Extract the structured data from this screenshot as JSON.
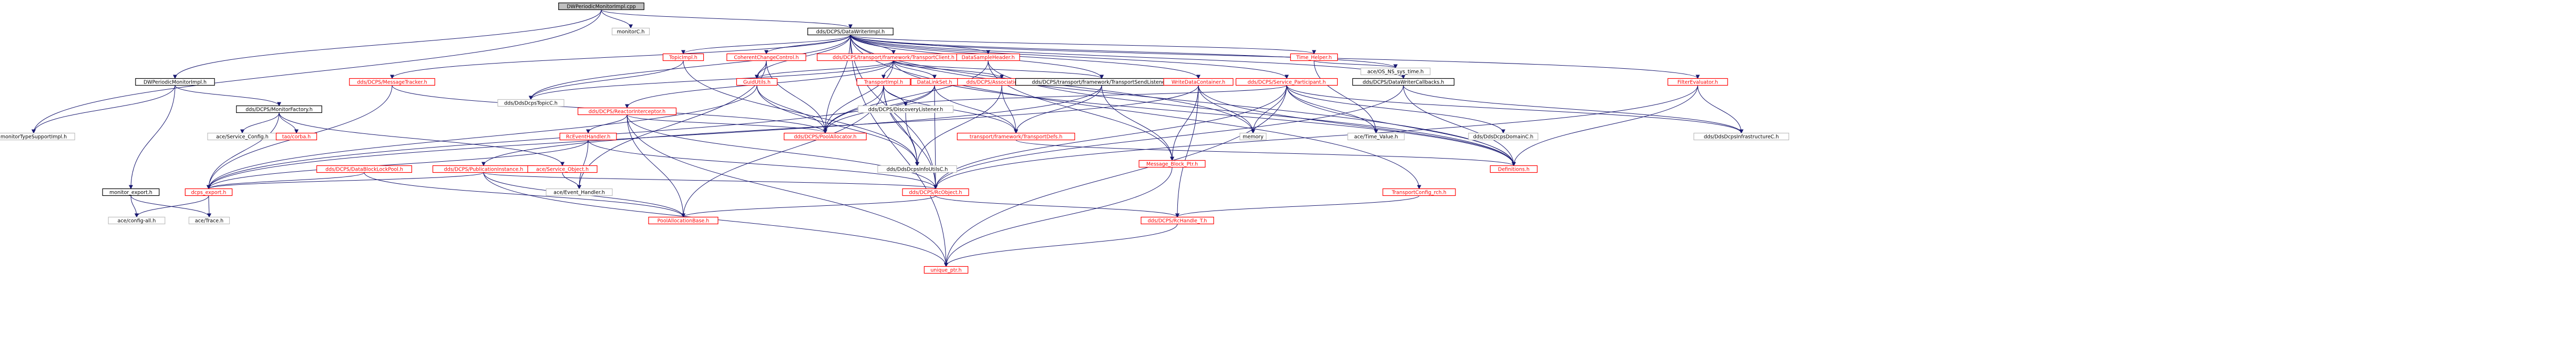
{
  "diagram": {
    "colors": {
      "edge": "#191970",
      "root_fill": "#bfbfbf",
      "border_black": "#000000",
      "border_red": "#ff0000",
      "text_black": "#000000",
      "text_red": "#ff0000"
    },
    "nodes": [
      {
        "id": "dcps_cpp",
        "label": "DWPeriodicMonitorImpl.cpp",
        "style": "root"
      },
      {
        "id": "monitorc",
        "label": "monitorC.h",
        "style": "plain"
      },
      {
        "id": "dwimpl",
        "label": "dds/DCPS/DataWriterImpl.h",
        "style": "black"
      },
      {
        "id": "topicimpl",
        "label": "TopicImpl.h",
        "style": "red"
      },
      {
        "id": "coherent",
        "label": "CoherentChangeControl.h",
        "style": "red"
      },
      {
        "id": "transportclient",
        "label": "dds/DCPS/transport/framework/TransportClient.h",
        "style": "red"
      },
      {
        "id": "datasampleheader",
        "label": "DataSampleHeader.h",
        "style": "red"
      },
      {
        "id": "timehelper",
        "label": "Time_Helper.h",
        "style": "red"
      },
      {
        "id": "monitortypesupport",
        "label": "monitorTypeSupportImpl.h",
        "style": "plain"
      },
      {
        "id": "dwpmi_h",
        "label": "DWPeriodicMonitorImpl.h",
        "style": "black"
      },
      {
        "id": "msgtracker",
        "label": "dds/DCPS/MessageTracker.h",
        "style": "red"
      },
      {
        "id": "topicc",
        "label": "dds/DdsDcpsTopicC.h",
        "style": "plain"
      },
      {
        "id": "guidutils",
        "label": "GuidUtils.h",
        "style": "red"
      },
      {
        "id": "reactorintercept",
        "label": "dds/DCPS/ReactorInterceptor.h",
        "style": "red"
      },
      {
        "id": "transportimpl",
        "label": "TransportImpl.h",
        "style": "red"
      },
      {
        "id": "datalinkset",
        "label": "DataLinkSet.h",
        "style": "red"
      },
      {
        "id": "assocdata",
        "label": "dds/DCPS/AssociationData.h",
        "style": "red"
      },
      {
        "id": "sendlistener",
        "label": "dds/DCPS/transport/framework/TransportSendListener.h",
        "style": "black"
      },
      {
        "id": "wdcontainer",
        "label": "WriteDataContainer.h",
        "style": "red"
      },
      {
        "id": "serviceparticipant",
        "label": "dds/DCPS/Service_Participant.h",
        "style": "red"
      },
      {
        "id": "dwcallbacks",
        "label": "dds/DCPS/DataWriterCallbacks.h",
        "style": "black"
      },
      {
        "id": "acesystime",
        "label": "ace/OS_NS_sys_time.h",
        "style": "plain"
      },
      {
        "id": "filtereval",
        "label": "FilterEvaluator.h",
        "style": "red"
      },
      {
        "id": "monitorfactory",
        "label": "dds/DCPS/MonitorFactory.h",
        "style": "black"
      },
      {
        "id": "rceventhandler",
        "label": "RcEventHandler.h",
        "style": "red"
      },
      {
        "id": "poolallocator",
        "label": "dds/DCPS/PoolAllocator.h",
        "style": "red"
      },
      {
        "id": "discoverylistener",
        "label": "dds/DCPS/DiscoveryListener.h",
        "style": "plain"
      },
      {
        "id": "transportdefs",
        "label": "transport/framework/TransportDefs.h",
        "style": "red"
      },
      {
        "id": "msgblockptr",
        "label": "Message_Block_Ptr.h",
        "style": "red"
      },
      {
        "id": "memory",
        "label": "memory",
        "style": "plain"
      },
      {
        "id": "acetimevalue",
        "label": "ace/Time_Value.h",
        "style": "plain"
      },
      {
        "id": "domainc",
        "label": "dds/DdsDcpsDomainC.h",
        "style": "plain"
      },
      {
        "id": "infrac",
        "label": "dds/DdsDcpsInfrastructureC.h",
        "style": "plain"
      },
      {
        "id": "aceserviceconfig",
        "label": "ace/Service_Config.h",
        "style": "plain"
      },
      {
        "id": "taocorba",
        "label": "tao/corba.h",
        "style": "red"
      },
      {
        "id": "datablocklockpool",
        "label": "dds/DCPS/DataBlockLockPool.h",
        "style": "red"
      },
      {
        "id": "pubinstance",
        "label": "dds/DCPS/PublicationInstance.h",
        "style": "red"
      },
      {
        "id": "aceserviceobject",
        "label": "ace/Service_Object.h",
        "style": "red"
      },
      {
        "id": "infoutilsc",
        "label": "dds/DdsDcpsInfoUtilsC.h",
        "style": "plain"
      },
      {
        "id": "definitions",
        "label": "Definitions.h",
        "style": "red"
      },
      {
        "id": "monitorexport",
        "label": "monitor_export.h",
        "style": "black"
      },
      {
        "id": "dcpsexport",
        "label": "dcps_export.h",
        "style": "red"
      },
      {
        "id": "aceeventhandler",
        "label": "ace/Event_Handler.h",
        "style": "plain"
      },
      {
        "id": "rcobject",
        "label": "dds/DCPS/RcObject.h",
        "style": "red"
      },
      {
        "id": "transportconfigrch",
        "label": "TransportConfig_rch.h",
        "style": "red"
      },
      {
        "id": "aceconfigall",
        "label": "ace/config-all.h",
        "style": "plain"
      },
      {
        "id": "acetrace",
        "label": "ace/Trace.h",
        "style": "plain"
      },
      {
        "id": "poolallocationbase",
        "label": "PoolAllocationBase.h",
        "style": "red"
      },
      {
        "id": "rchandlet",
        "label": "dds/DCPS/RcHandle_T.h",
        "style": "red"
      },
      {
        "id": "uniqueptr",
        "label": "unique_ptr.h",
        "style": "red"
      }
    ],
    "edges": [
      [
        "dcps_cpp",
        "monitorc"
      ],
      [
        "dcps_cpp",
        "dwimpl"
      ],
      [
        "dcps_cpp",
        "monitortypesupport"
      ],
      [
        "dcps_cpp",
        "dwpmi_h"
      ],
      [
        "dwimpl",
        "topicimpl"
      ],
      [
        "dwimpl",
        "coherent"
      ],
      [
        "dwimpl",
        "transportclient"
      ],
      [
        "dwimpl",
        "datasampleheader"
      ],
      [
        "dwimpl",
        "timehelper"
      ],
      [
        "dwimpl",
        "msgtracker"
      ],
      [
        "dwimpl",
        "topicc"
      ],
      [
        "dwimpl",
        "guidutils"
      ],
      [
        "dwimpl",
        "wdcontainer"
      ],
      [
        "dwimpl",
        "dwcallbacks"
      ],
      [
        "dwimpl",
        "acesystime"
      ],
      [
        "dwimpl",
        "filtereval"
      ],
      [
        "dwimpl",
        "memory"
      ],
      [
        "dwimpl",
        "definitions"
      ],
      [
        "dwimpl",
        "uniqueptr"
      ],
      [
        "dwimpl",
        "poolallocator"
      ],
      [
        "dwimpl",
        "transportconfigrch"
      ],
      [
        "dwimpl",
        "serviceparticipant"
      ],
      [
        "dwimpl",
        "sendlistener"
      ],
      [
        "dwimpl",
        "rcobject"
      ],
      [
        "dwpmi_h",
        "monitorfactory"
      ],
      [
        "dwpmi_h",
        "monitorexport"
      ],
      [
        "dwpmi_h",
        "monitortypesupport"
      ],
      [
        "topicimpl",
        "topicc"
      ],
      [
        "topicimpl",
        "infoutilsc"
      ],
      [
        "coherent",
        "guidutils"
      ],
      [
        "coherent",
        "poolallocator"
      ],
      [
        "coherent",
        "aceeventhandler"
      ],
      [
        "transportclient",
        "reactorintercept"
      ],
      [
        "transportclient",
        "transportimpl"
      ],
      [
        "transportclient",
        "datalinkset"
      ],
      [
        "transportclient",
        "assocdata"
      ],
      [
        "transportclient",
        "sendlistener"
      ],
      [
        "transportclient",
        "topicc"
      ],
      [
        "transportclient",
        "guidutils"
      ],
      [
        "transportclient",
        "poolallocator"
      ],
      [
        "transportclient",
        "definitions"
      ],
      [
        "datasampleheader",
        "msgblockptr"
      ],
      [
        "datasampleheader",
        "poolallocator"
      ],
      [
        "datasampleheader",
        "definitions"
      ],
      [
        "timehelper",
        "acesystime"
      ],
      [
        "timehelper",
        "acetimevalue"
      ],
      [
        "msgtracker",
        "dcpsexport"
      ],
      [
        "msgtracker",
        "poolallocator"
      ],
      [
        "guidutils",
        "poolallocator"
      ],
      [
        "guidutils",
        "dcpsexport"
      ],
      [
        "guidutils",
        "infoutilsc"
      ],
      [
        "reactorintercept",
        "rceventhandler"
      ],
      [
        "reactorintercept",
        "poolallocator"
      ],
      [
        "reactorintercept",
        "rcobject"
      ],
      [
        "reactorintercept",
        "poolallocationbase"
      ],
      [
        "reactorintercept",
        "uniqueptr"
      ],
      [
        "transportimpl",
        "discoverylistener"
      ],
      [
        "transportimpl",
        "transportdefs"
      ],
      [
        "transportimpl",
        "rcobject"
      ],
      [
        "transportimpl",
        "poolallocator"
      ],
      [
        "transportimpl",
        "poolallocationbase"
      ],
      [
        "transportimpl",
        "infoutilsc"
      ],
      [
        "datalinkset",
        "poolallocator"
      ],
      [
        "datalinkset",
        "transportdefs"
      ],
      [
        "datalinkset",
        "rcobject"
      ],
      [
        "datalinkset",
        "dcpsexport"
      ],
      [
        "assocdata",
        "transportdefs"
      ],
      [
        "assocdata",
        "infoutilsc"
      ],
      [
        "sendlistener",
        "msgblockptr"
      ],
      [
        "sendlistener",
        "transportdefs"
      ],
      [
        "sendlistener",
        "dcpsexport"
      ],
      [
        "wdcontainer",
        "msgblockptr"
      ],
      [
        "wdcontainer",
        "pubinstance"
      ],
      [
        "wdcontainer",
        "definitions"
      ],
      [
        "wdcontainer",
        "rchandlet"
      ],
      [
        "wdcontainer",
        "memory"
      ],
      [
        "serviceparticipant",
        "domainc"
      ],
      [
        "serviceparticipant",
        "infrac"
      ],
      [
        "serviceparticipant",
        "acetimevalue"
      ],
      [
        "serviceparticipant",
        "discoverylistener"
      ],
      [
        "serviceparticipant",
        "definitions"
      ],
      [
        "serviceparticipant",
        "memory"
      ],
      [
        "serviceparticipant",
        "uniqueptr"
      ],
      [
        "serviceparticipant",
        "rcobject"
      ],
      [
        "dwcallbacks",
        "infrac"
      ],
      [
        "dwcallbacks",
        "definitions"
      ],
      [
        "dwcallbacks",
        "rcobject"
      ],
      [
        "filtereval",
        "definitions"
      ],
      [
        "filtereval",
        "infrac"
      ],
      [
        "filtereval",
        "rcobject"
      ],
      [
        "monitorfactory",
        "aceserviceconfig"
      ],
      [
        "monitorfactory",
        "taocorba"
      ],
      [
        "monitorfactory",
        "aceserviceobject"
      ],
      [
        "monitorfactory",
        "dcpsexport"
      ],
      [
        "rceventhandler",
        "aceeventhandler"
      ],
      [
        "rceventhandler",
        "rcobject"
      ],
      [
        "rceventhandler",
        "dcpsexport"
      ],
      [
        "discoverylistener",
        "infoutilsc"
      ],
      [
        "transportdefs",
        "definitions"
      ],
      [
        "msgblockptr",
        "uniqueptr"
      ],
      [
        "datablocklockpool",
        "dcpsexport"
      ],
      [
        "datablocklockpool",
        "poolallocationbase"
      ],
      [
        "pubinstance",
        "rcobject"
      ],
      [
        "pubinstance",
        "poolallocationbase"
      ],
      [
        "pubinstance",
        "dcpsexport"
      ],
      [
        "pubinstance",
        "uniqueptr"
      ],
      [
        "aceserviceobject",
        "aceeventhandler"
      ],
      [
        "monitorexport",
        "aceconfigall"
      ],
      [
        "monitorexport",
        "acetrace"
      ],
      [
        "dcpsexport",
        "aceconfigall"
      ],
      [
        "dcpsexport",
        "acetrace"
      ],
      [
        "rcobject",
        "poolallocationbase"
      ],
      [
        "rcobject",
        "rchandlet"
      ],
      [
        "transportconfigrch",
        "rchandlet"
      ],
      [
        "rchandlet",
        "uniqueptr"
      ]
    ]
  }
}
